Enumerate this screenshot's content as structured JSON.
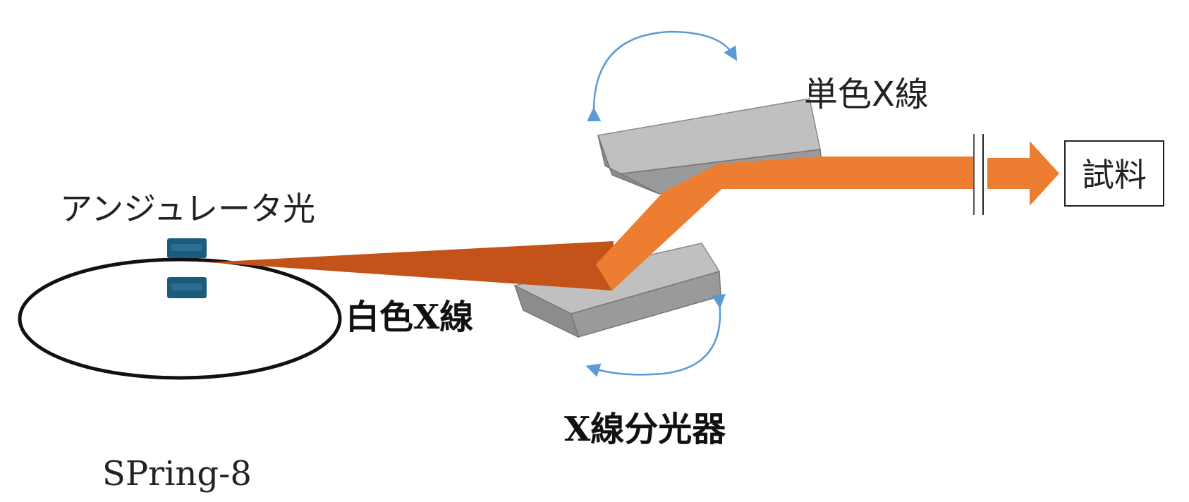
{
  "labels": {
    "undulator_light": "アンジュレータ光",
    "white_xray": "白色X線",
    "mono_xray": "単色X線",
    "monochromator": "X線分光器",
    "facility": "SPring-8",
    "sample": "試料"
  },
  "colors": {
    "white_beam": "#c4531a",
    "mono_beam": "#ed7d31",
    "undulator": "#1d5b7c",
    "rotation_arrow": "#5b9bd5",
    "mirror_top": "#c0c0c0",
    "mirror_side": "#8c8c8c"
  }
}
